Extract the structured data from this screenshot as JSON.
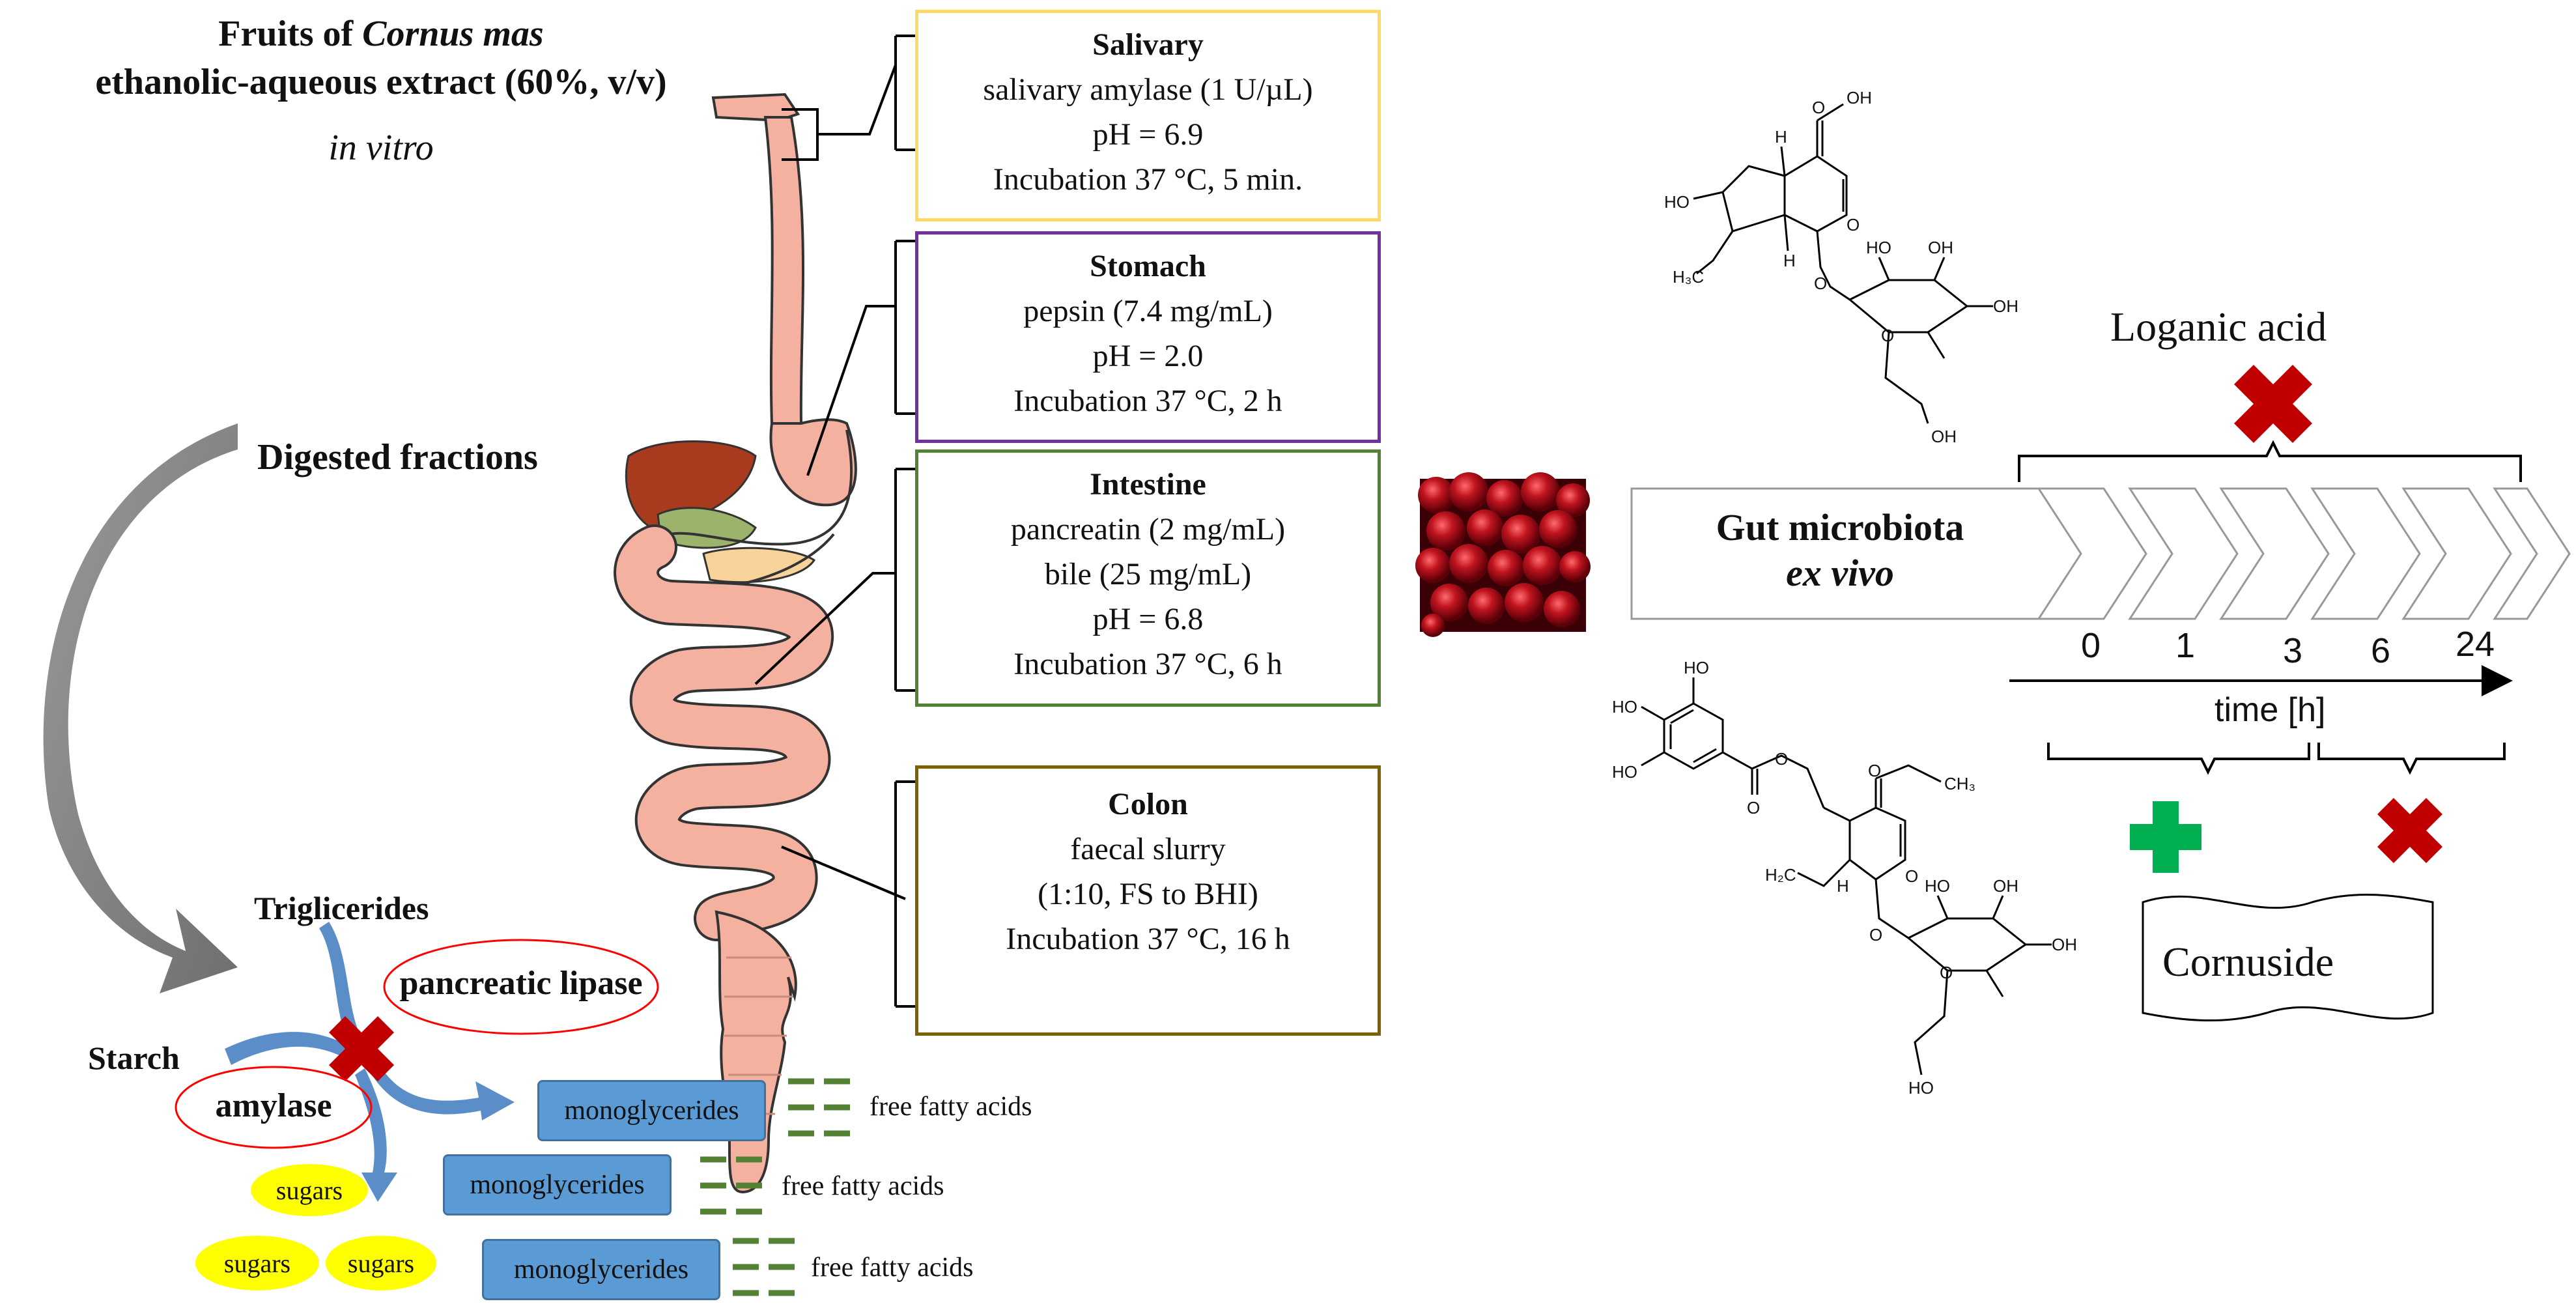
{
  "header": {
    "line1_prefix": "Fruits of ",
    "line1_italic": "Cornus mas",
    "line2": "ethanolic-aqueous extract (60%, v/v)",
    "line3": "in vitro"
  },
  "digested_fractions": "Digested fractions",
  "stages": [
    {
      "title": "Salivary",
      "lines": [
        "salivary amylase (1 U/µL)",
        "pH = 6.9",
        "Incubation 37 °C, 5 min."
      ],
      "color": "#ffd966"
    },
    {
      "title": "Stomach",
      "lines": [
        "pepsin (7.4 mg/mL)",
        "pH = 2.0",
        "Incubation 37 °C, 2 h"
      ],
      "color": "#7030a0"
    },
    {
      "title": "Intestine",
      "lines": [
        "pancreatin (2 mg/mL)",
        "bile (25 mg/mL)",
        "pH = 6.8",
        "Incubation 37 °C, 6 h"
      ],
      "color": "#548235"
    },
    {
      "title": "Colon",
      "lines": [
        "faecal slurry",
        "(1:10,  FS to BHI)",
        "Incubation 37 °C, 16 h"
      ],
      "color": "#7f6000"
    }
  ],
  "enzymes": {
    "triglicerides": "Triglicerides",
    "pancreatic_lipase": "pancreatic lipase",
    "starch": "Starch",
    "amylase": "amylase"
  },
  "products": {
    "monoglycerides": [
      "monoglycerides",
      "monoglycerides",
      "monoglycerides"
    ],
    "free_fatty_acids": [
      "free fatty  acids",
      "free fatty  acids",
      "free fatty  acids"
    ],
    "sugars": [
      "sugars",
      "sugars",
      "sugars"
    ]
  },
  "gut": {
    "label_line1": "Gut microbiota",
    "label_line2": "ex vivo",
    "time_points": [
      "0",
      "1",
      "3",
      "6",
      "24"
    ],
    "axis_label": "time [h]"
  },
  "compounds": {
    "loganic_acid": "Loganic acid",
    "cornuside": "Cornuside"
  },
  "molecule_labels": {
    "loganic": [
      "OH",
      "O",
      "HO",
      "H",
      "H",
      "H₃C",
      "O",
      "O",
      "HO",
      "OH",
      "OH",
      "O",
      "OH"
    ],
    "cornuside": [
      "HO",
      "HO",
      "HO",
      "O",
      "O",
      "O",
      "CH₃",
      "H₂C",
      "H",
      "O",
      "O",
      "HO",
      "OH",
      "OH",
      "O",
      "HO"
    ]
  },
  "colors": {
    "green_plus": "#00b050",
    "red_cross": "#c00000",
    "mono_fill": "#5b9bd5",
    "sugar_fill": "#ffff00",
    "ffa_dash": "#548235",
    "ellipse_stroke": "#ff0000"
  }
}
